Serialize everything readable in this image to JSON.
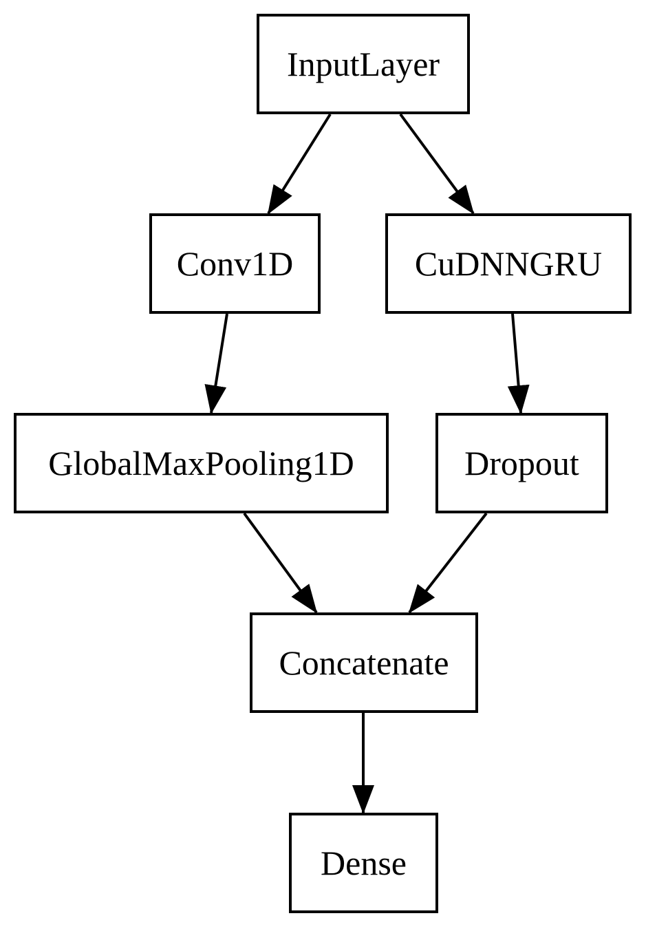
{
  "diagram": {
    "type": "neural-network-layer-graph",
    "nodes": [
      {
        "id": "inputlayer",
        "label": "InputLayer"
      },
      {
        "id": "conv1d",
        "label": "Conv1D"
      },
      {
        "id": "cudnngru",
        "label": "CuDNNGRU"
      },
      {
        "id": "globalmaxpooling1d",
        "label": "GlobalMaxPooling1D"
      },
      {
        "id": "dropout",
        "label": "Dropout"
      },
      {
        "id": "concatenate",
        "label": "Concatenate"
      },
      {
        "id": "dense",
        "label": "Dense"
      }
    ],
    "edges": [
      {
        "from": "InputLayer",
        "to": "Conv1D"
      },
      {
        "from": "InputLayer",
        "to": "CuDNNGRU"
      },
      {
        "from": "Conv1D",
        "to": "GlobalMaxPooling1D"
      },
      {
        "from": "CuDNNGRU",
        "to": "Dropout"
      },
      {
        "from": "GlobalMaxPooling1D",
        "to": "Concatenate"
      },
      {
        "from": "Dropout",
        "to": "Concatenate"
      },
      {
        "from": "Concatenate",
        "to": "Dense"
      }
    ],
    "colors": {
      "background": "#ffffff",
      "node_fill": "#ffffff",
      "node_border": "#000000",
      "text": "#000000",
      "edge": "#000000"
    }
  }
}
